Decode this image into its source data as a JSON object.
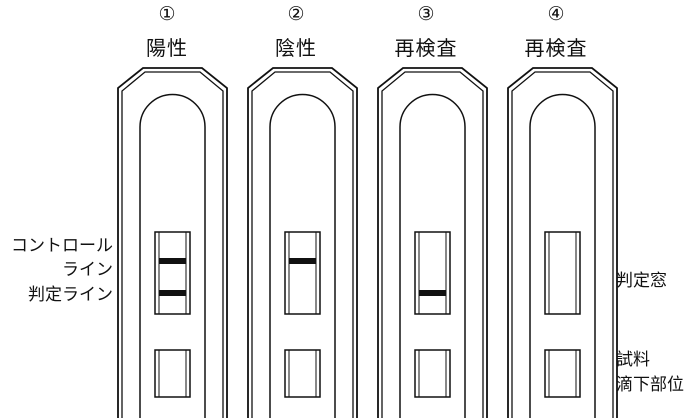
{
  "tests": [
    {
      "number": "①",
      "result": "陽性"
    },
    {
      "number": "②",
      "result": "陰性"
    },
    {
      "number": "③",
      "result": "再検査"
    },
    {
      "number": "④",
      "result": "再検査"
    }
  ],
  "labels": {
    "control_line_1": "コントロール",
    "control_line_2": "ライン",
    "judgment_line": "判定ライン",
    "judgment_window": "判定窓",
    "sample_drop_1": "試料",
    "sample_drop_2": "滴下部位"
  }
}
